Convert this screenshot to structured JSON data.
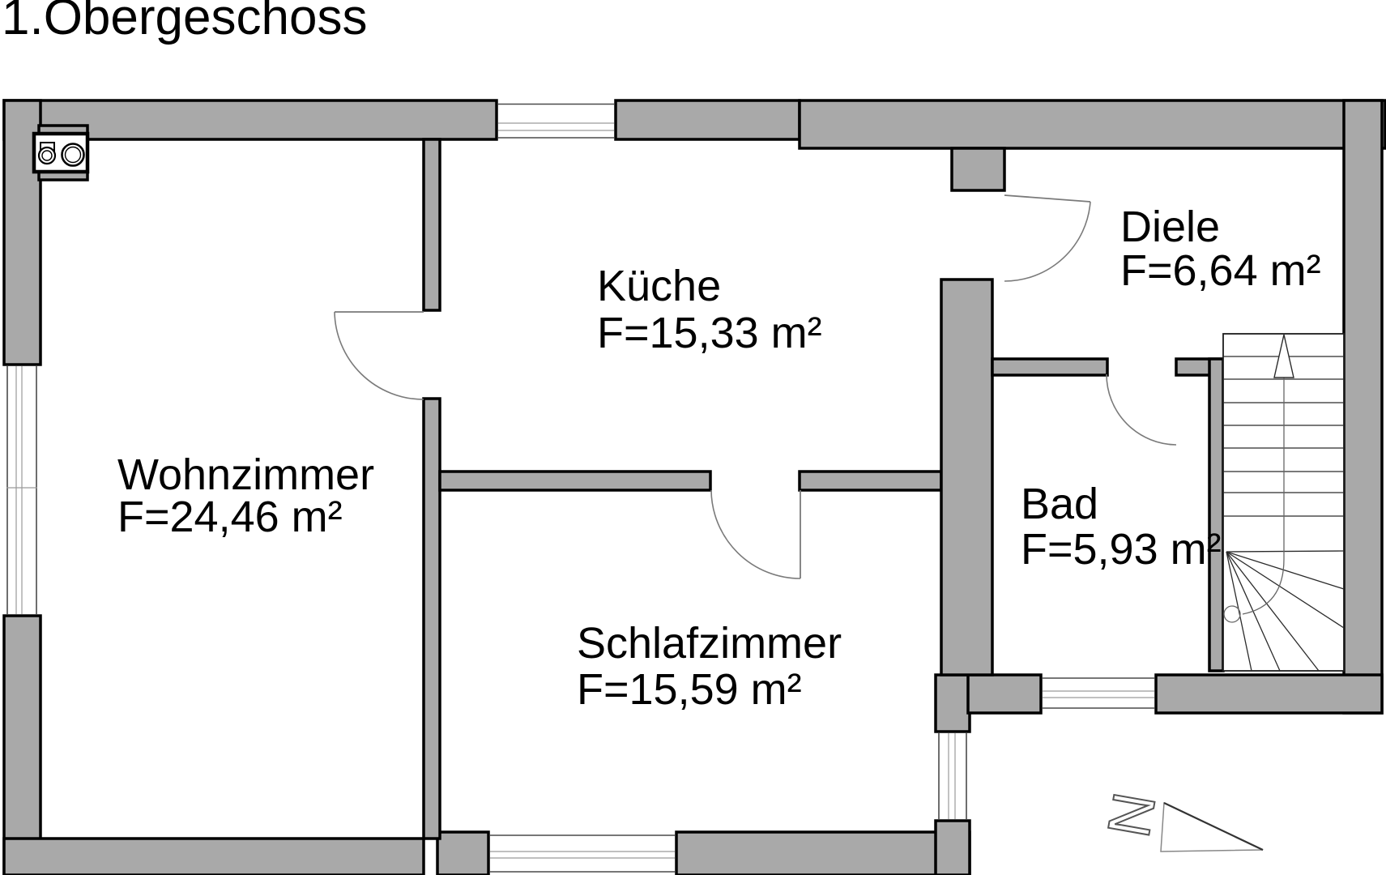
{
  "title": "1.Obergeschoss",
  "rooms": [
    {
      "name": "Wohnzimmer",
      "area": "F=24,46 m²"
    },
    {
      "name": "Küche",
      "area": "F=15,33 m²"
    },
    {
      "name": "Schlafzimmer",
      "area": "F=15,59 m²"
    },
    {
      "name": "Diele",
      "area": "F=6,64 m²"
    },
    {
      "name": "Bad",
      "area": "F=5,93 m²"
    }
  ],
  "symbols": {
    "north_label": "N",
    "stairs_icon": "staircase-up-with-winders",
    "appliance_icon": "stove-washer-symbol",
    "north_icon": "north-arrow"
  },
  "colors": {
    "wall_fill": "#a9a9a9",
    "outline": "#000000",
    "thin_line": "#7a7a7a",
    "background": "#ffffff"
  }
}
